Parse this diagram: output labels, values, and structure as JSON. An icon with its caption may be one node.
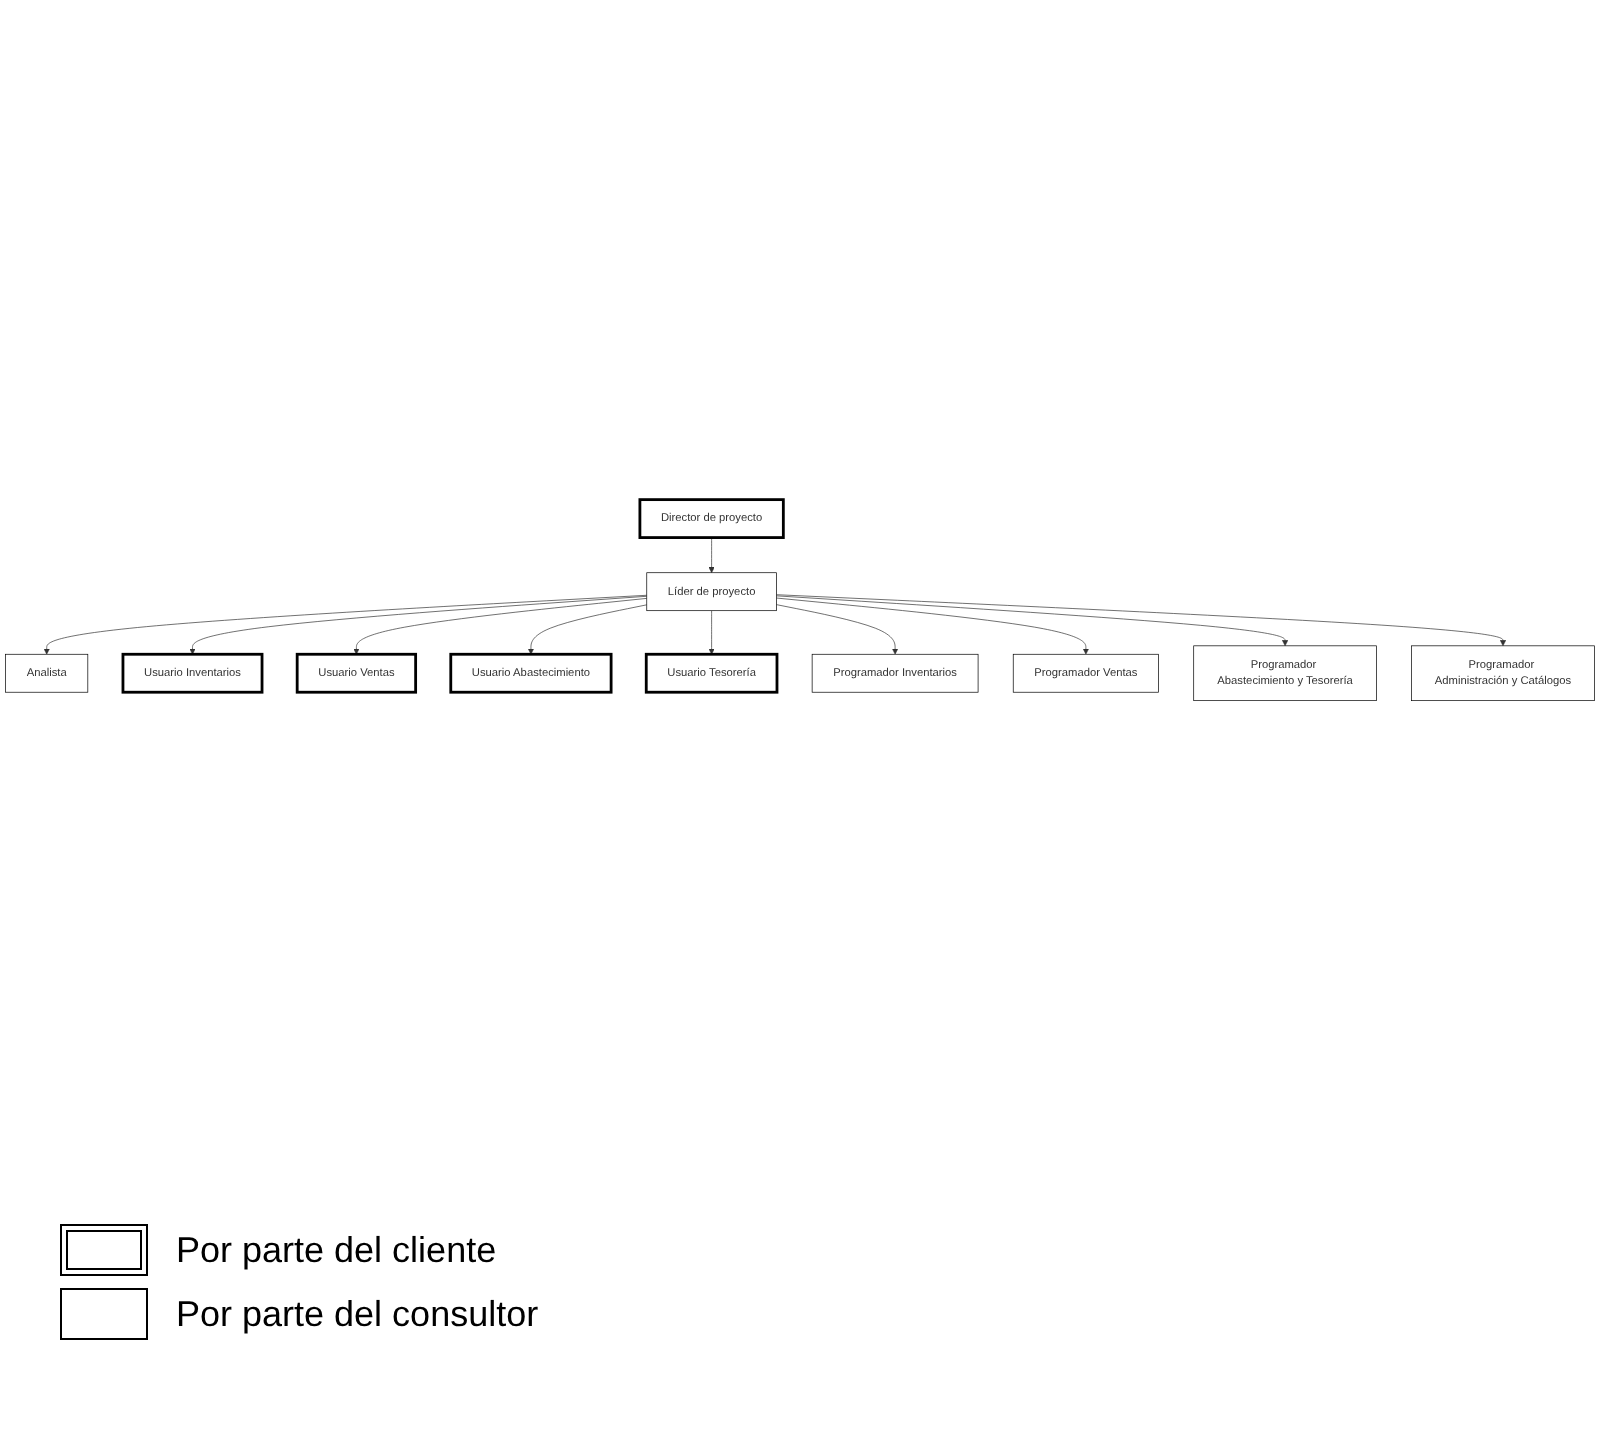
{
  "diagram": {
    "nodes": [
      {
        "text": [
          "Director de proyecto"
        ]
      },
      {
        "text": [
          "Líder de proyecto"
        ]
      },
      {
        "text": [
          "Analista"
        ]
      },
      {
        "text": [
          "Usuario Inventarios"
        ]
      },
      {
        "text": [
          "Usuario Ventas"
        ]
      },
      {
        "text": [
          "Usuario Abastecimiento"
        ]
      },
      {
        "text": [
          "Usuario Tesorería"
        ]
      },
      {
        "text": [
          "Programador Inventarios"
        ]
      },
      {
        "text": [
          "Programador Ventas"
        ]
      },
      {
        "text": [
          "Programador Abastecimiento y Tesorería"
        ]
      },
      {
        "text": [
          "Programador Administración y Catálogos"
        ]
      }
    ],
    "edges": [
      {
        "from": 0,
        "to": 1,
        "arrow": "to"
      },
      {
        "from": 1,
        "to": 2,
        "arrow": "to"
      },
      {
        "from": 1,
        "to": 3,
        "arrow": "to"
      },
      {
        "from": 1,
        "to": 4,
        "arrow": "to"
      },
      {
        "from": 1,
        "to": 5,
        "arrow": "to"
      },
      {
        "from": 1,
        "to": 6,
        "arrow": "to"
      },
      {
        "from": 1,
        "to": 7,
        "arrow": "to"
      },
      {
        "from": 1,
        "to": 8,
        "arrow": "to"
      },
      {
        "from": 1,
        "to": 9,
        "arrow": "to"
      },
      {
        "from": 1,
        "to": 10,
        "arrow": "to"
      }
    ],
    "legend": [
      {
        "text": "Por parte del cliente"
      },
      {
        "text": "Por parte del consultor"
      }
    ]
  }
}
